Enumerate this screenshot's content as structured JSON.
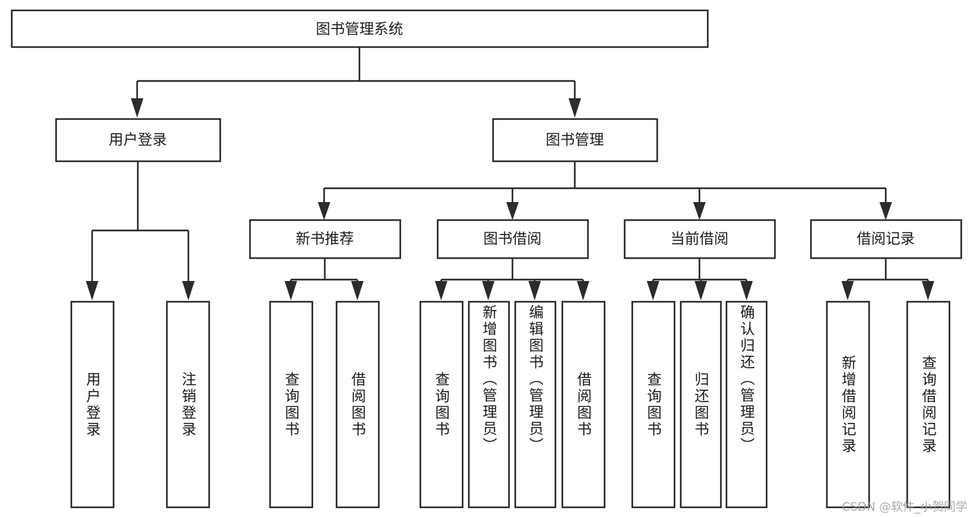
{
  "diagram": {
    "type": "tree",
    "title": "图书管理系统",
    "colors": {
      "stroke": "#2b2b2b",
      "box_fill": "#ffffff",
      "text": "#1b1b1b",
      "background": "#ffffff",
      "watermark": "#9a9a9a"
    },
    "root": {
      "label": "图书管理系统"
    },
    "level2": [
      {
        "label": "用户登录"
      },
      {
        "label": "图书管理"
      }
    ],
    "level3": [
      {
        "label": "新书推荐"
      },
      {
        "label": "图书借阅"
      },
      {
        "label": "当前借阅"
      },
      {
        "label": "借阅记录"
      }
    ],
    "leaves": {
      "user_login": [
        {
          "label": "用户登录"
        },
        {
          "label": "注销登录"
        }
      ],
      "new_book_recommend": [
        {
          "label": "查询图书"
        },
        {
          "label": "借阅图书"
        }
      ],
      "book_borrow": [
        {
          "label": "查询图书"
        },
        {
          "label": "新增图书（管理员）"
        },
        {
          "label": "编辑图书（管理员）"
        },
        {
          "label": "借阅图书"
        }
      ],
      "current_borrow": [
        {
          "label": "查询图书"
        },
        {
          "label": "归还图书"
        },
        {
          "label": "确认归还（管理员）"
        }
      ],
      "borrow_record": [
        {
          "label": "新增借阅记录"
        },
        {
          "label": "查询借阅记录"
        }
      ]
    }
  },
  "watermark": {
    "text": "CSDN @软件_小贺同学"
  }
}
